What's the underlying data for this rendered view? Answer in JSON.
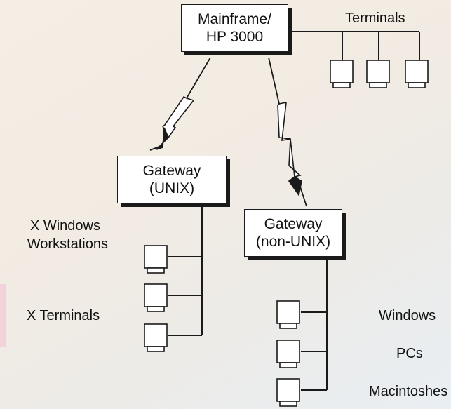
{
  "mainframe": {
    "line1": "Mainframe/",
    "line2": "HP 3000"
  },
  "terminals_label": "Terminals",
  "gateway_unix": {
    "line1": "Gateway",
    "line2": "(UNIX)"
  },
  "gateway_non_unix": {
    "line1": "Gateway",
    "line2": "(non-UNIX)"
  },
  "labels": {
    "x_windows_1": "X Windows",
    "x_windows_2": "Workstations",
    "x_terminals": "X Terminals",
    "windows": "Windows",
    "pcs": "PCs",
    "macintoshes": "Macintoshes"
  },
  "icons": {
    "terminal": "computer-terminal-icon",
    "link": "lightning-bolt-link-icon"
  },
  "colors": {
    "line": "#1a1a1a",
    "box_fill": "#ffffff",
    "background": "#f3ede4"
  }
}
